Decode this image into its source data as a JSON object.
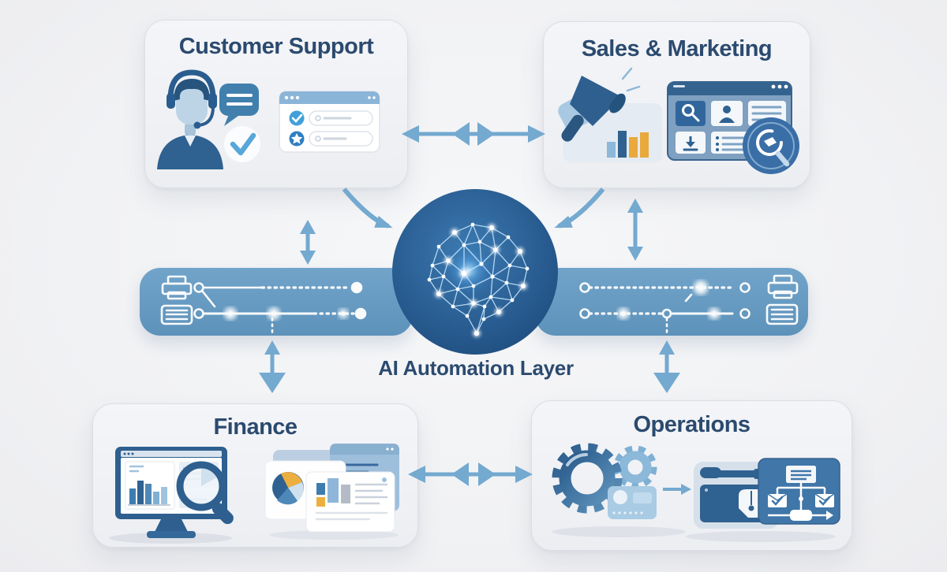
{
  "diagram": {
    "type": "ai-automation-overview",
    "center_label": "AI Automation Layer",
    "cards": {
      "customer_support": {
        "title": "Customer Support",
        "icons": [
          "support-agent-icon",
          "chat-bubble-icon",
          "check-badge-icon",
          "ticket-list-window-icon"
        ]
      },
      "sales_marketing": {
        "title": "Sales & Marketing",
        "icons": [
          "megaphone-icon",
          "bar-chart-icon",
          "crm-dashboard-icon",
          "gauge-magnifier-badge-icon"
        ]
      },
      "finance": {
        "title": "Finance",
        "icons": [
          "monitor-bar-chart-icon",
          "magnifier-icon",
          "pie-chart-report-icon",
          "invoice-cards-icon"
        ]
      },
      "operations": {
        "title": "Operations",
        "icons": [
          "gear-large-icon",
          "gear-small-icon",
          "id-card-icon",
          "flow-arrow-icon",
          "toolbox-panel-icon",
          "workflow-panel-icon"
        ]
      }
    },
    "automation_band": {
      "left_icons": [
        "printer-icon",
        "document-lines-icon"
      ],
      "right_icons": [
        "printer-icon",
        "document-lines-icon"
      ],
      "style": "workflow node rows with dotted connectors and glowing points"
    },
    "connectors": [
      {
        "from": "customer-support",
        "to": "sales-marketing",
        "type": "bidirectional-horizontal"
      },
      {
        "from": "finance",
        "to": "operations",
        "type": "bidirectional-horizontal"
      },
      {
        "from": "customer-support",
        "to": "automation-band-left",
        "type": "bidirectional-vertical"
      },
      {
        "from": "sales-marketing",
        "to": "automation-band-right",
        "type": "bidirectional-vertical"
      },
      {
        "from": "automation-band-left",
        "to": "finance",
        "type": "bidirectional-vertical"
      },
      {
        "from": "automation-band-right",
        "to": "operations",
        "type": "bidirectional-vertical"
      },
      {
        "from": "customer-support",
        "to": "ai-brain",
        "type": "curved-arrow"
      },
      {
        "from": "sales-marketing",
        "to": "ai-brain",
        "type": "curved-arrow"
      }
    ],
    "colors": {
      "background": "#f1f2f4",
      "card_fill": "#eef0f3",
      "card_border": "#dcdee4",
      "title_text": "#2b4a6f",
      "arrow": "#74a9d0",
      "band": "#689bc2",
      "brain_circle": "#245d92",
      "network_lines": "#cfe9ff",
      "accent_orange": "#e9a93d",
      "dark_blue": "#2f6191",
      "mid_blue": "#7fb0d4"
    }
  }
}
